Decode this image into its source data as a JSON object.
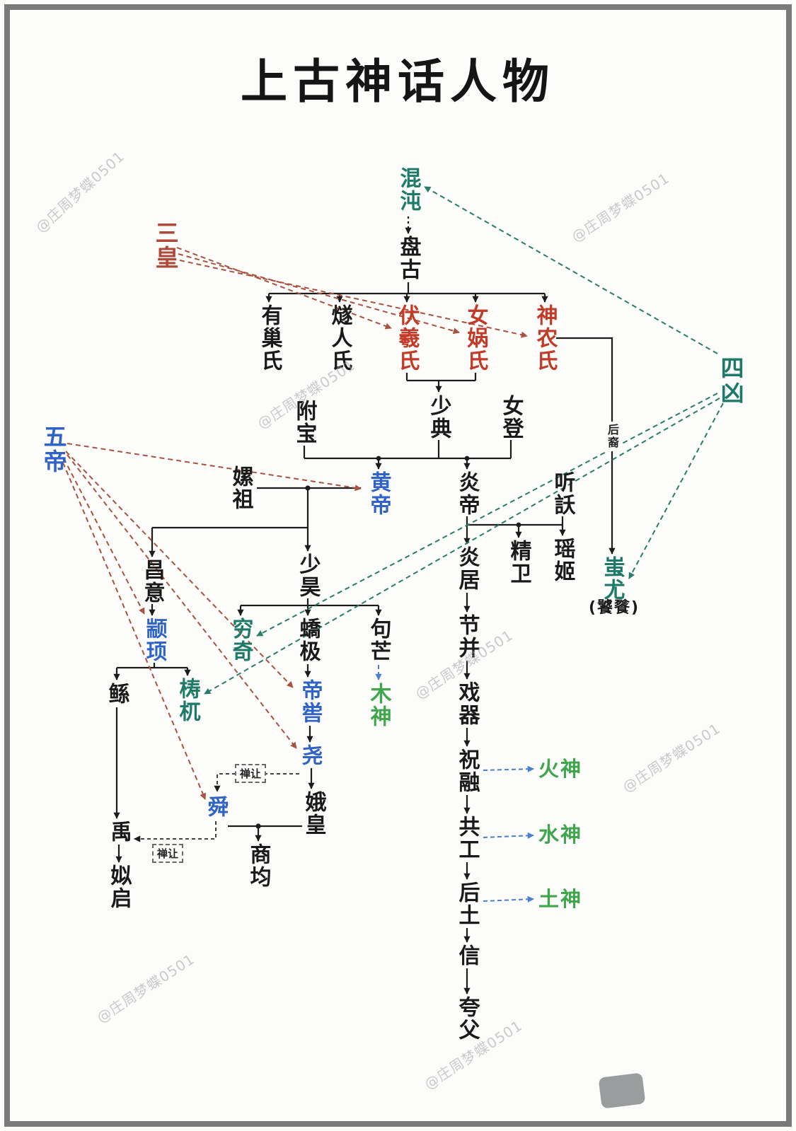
{
  "title": "上古神话人物",
  "watermark_text": "@庄周梦蝶0501",
  "colors": {
    "black_text": "#1a1a1a",
    "red_names": "#c23a28",
    "sanhuang_red": "#ae4a38",
    "blue_names": "#2f63c8",
    "teal_names": "#1e7a68",
    "green_gods": "#3fa64d",
    "solid_line": "#1c1c1c",
    "dashed_red_arrow": "#a8523f",
    "dashed_teal_arrow": "#2a7c6a",
    "dashed_blue_arrow": "#4b7fd0",
    "watermark_gray": "#9fa4a4"
  },
  "nodes": [
    {
      "id": "hundun",
      "text": "混沌",
      "color": "teal"
    },
    {
      "id": "pangu",
      "text": "盘古",
      "color": "black"
    },
    {
      "id": "youchaoshi",
      "text": "有巢氏",
      "color": "black"
    },
    {
      "id": "suirenshi",
      "text": "燧人氏",
      "color": "black"
    },
    {
      "id": "fuxishi",
      "text": "伏羲氏",
      "color": "red"
    },
    {
      "id": "nuwashi",
      "text": "女娲氏",
      "color": "red"
    },
    {
      "id": "shennongshi",
      "text": "神农氏",
      "color": "red"
    },
    {
      "id": "sanhuang",
      "text": "三皇",
      "color": "brick"
    },
    {
      "id": "fubao",
      "text": "附宝",
      "color": "black"
    },
    {
      "id": "shaodian",
      "text": "少典",
      "color": "black"
    },
    {
      "id": "nudeng",
      "text": "女登",
      "color": "black"
    },
    {
      "id": "huangdi",
      "text": "黄帝",
      "color": "blue"
    },
    {
      "id": "yandi",
      "text": "炎帝",
      "color": "black"
    },
    {
      "id": "leizu",
      "text": "嫘祖",
      "color": "black"
    },
    {
      "id": "tingyao",
      "text": "听訞",
      "color": "black"
    },
    {
      "id": "wudi",
      "text": "五帝",
      "color": "blue"
    },
    {
      "id": "changyi",
      "text": "昌意",
      "color": "black"
    },
    {
      "id": "shaohao",
      "text": "少昊",
      "color": "black"
    },
    {
      "id": "yanju",
      "text": "炎居",
      "color": "black"
    },
    {
      "id": "jingwei",
      "text": "精卫",
      "color": "black"
    },
    {
      "id": "yaoji",
      "text": "瑶姬",
      "color": "black"
    },
    {
      "id": "chiyou",
      "text": "蚩尤",
      "color": "teal"
    },
    {
      "id": "taotie",
      "text": "(饕餮)",
      "color": "black"
    },
    {
      "id": "sixiong",
      "text": "四凶",
      "color": "teal"
    },
    {
      "id": "zhuanxu",
      "text": "颛顼",
      "color": "blue"
    },
    {
      "id": "qiongqi",
      "text": "穷奇",
      "color": "teal"
    },
    {
      "id": "jiaoji",
      "text": "蟜极",
      "color": "black"
    },
    {
      "id": "goumang",
      "text": "句芒",
      "color": "black"
    },
    {
      "id": "mushen",
      "text": "木神",
      "color": "green"
    },
    {
      "id": "gun",
      "text": "鲧",
      "color": "black"
    },
    {
      "id": "taowu",
      "text": "梼杌",
      "color": "teal"
    },
    {
      "id": "diku",
      "text": "帝喾",
      "color": "blue"
    },
    {
      "id": "jiebing",
      "text": "节并",
      "color": "black"
    },
    {
      "id": "xiqi",
      "text": "戏器",
      "color": "black"
    },
    {
      "id": "zhurong",
      "text": "祝融",
      "color": "black"
    },
    {
      "id": "gonggong",
      "text": "共工",
      "color": "black"
    },
    {
      "id": "houtu",
      "text": "后土",
      "color": "black"
    },
    {
      "id": "xin",
      "text": "信",
      "color": "black"
    },
    {
      "id": "kuafu",
      "text": "夸父",
      "color": "black"
    },
    {
      "id": "yao",
      "text": "尧",
      "color": "blue"
    },
    {
      "id": "ehuang",
      "text": "娥皇",
      "color": "black"
    },
    {
      "id": "shun",
      "text": "舜",
      "color": "blue"
    },
    {
      "id": "shangjun",
      "text": "商均",
      "color": "black"
    },
    {
      "id": "yu",
      "text": "禹",
      "color": "black"
    },
    {
      "id": "siqi",
      "text": "姒启",
      "color": "black"
    },
    {
      "id": "huoshen",
      "text": "火神",
      "color": "green"
    },
    {
      "id": "shuishen",
      "text": "水神",
      "color": "green"
    },
    {
      "id": "tushen",
      "text": "土神",
      "color": "green"
    }
  ],
  "edge_labels": [
    {
      "id": "houyi",
      "text": "后裔"
    },
    {
      "id": "shanrang1",
      "text": "禅让"
    },
    {
      "id": "shanrang2",
      "text": "禅让"
    }
  ],
  "relations": {
    "solid": [
      "混沌→盘古",
      "盘古→有巢氏",
      "盘古→燧人氏",
      "盘古→伏羲氏",
      "盘古→女娲氏",
      "盘古→神农氏",
      "伏羲氏+女娲氏→少典",
      "附宝+少典→黄帝",
      "少典+女登→炎帝",
      "嫘祖+黄帝→昌意",
      "嫘祖+黄帝→少昊",
      "昌意→颛顼",
      "颛顼→鲧",
      "颛顼→梼杌",
      "鲧→禹",
      "禹→姒启",
      "少昊→穷奇",
      "少昊→蟜极",
      "少昊→句芒",
      "蟜极→帝喾",
      "帝喾→尧",
      "尧→娥皇",
      "舜+娥皇→商均",
      "炎帝+听訞→炎居",
      "炎帝+听訞→精卫",
      "炎帝+听訞→瑶姬",
      "炎居→节并",
      "节并→戏器",
      "戏器→祝融",
      "祝融→共工",
      "共工→后土",
      "后土→信",
      "信→夸父",
      "神农氏→(后裔)→蚩尤"
    ],
    "dashed_red": [
      "三皇⇢伏羲氏",
      "三皇⇢女娲氏",
      "三皇⇢神农氏",
      "五帝⇢黄帝",
      "五帝⇢颛顼",
      "五帝⇢帝喾",
      "五帝⇢尧",
      "五帝⇢舜"
    ],
    "dashed_teal": [
      "四凶⇢混沌",
      "四凶⇢穷奇",
      "四凶⇢梼杌",
      "四凶⇢蚩尤(饕餮)"
    ],
    "dashed_blue": [
      "句芒⇢木神",
      "祝融⇢火神",
      "共工⇢水神",
      "后土⇢土神"
    ],
    "dashed_black": [
      "尧⇢(禅让)⇢舜",
      "舜⇢(禅让)⇢禹"
    ]
  }
}
